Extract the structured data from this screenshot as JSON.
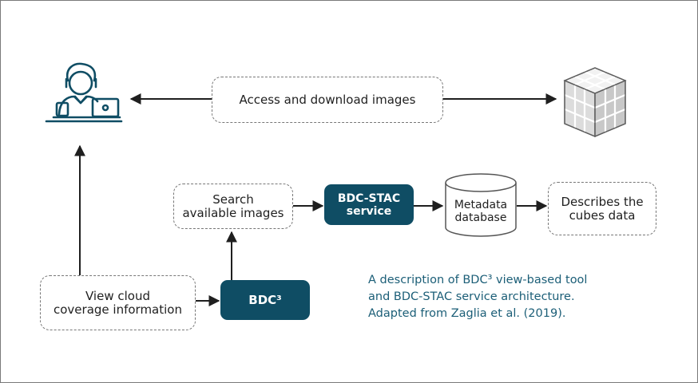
{
  "colors": {
    "accent": "#0f4d64",
    "arrow": "#1f1f1f",
    "caption": "#1b5e77"
  },
  "icons": {
    "user": "user-laptop-icon",
    "cube": "data-cube-icon"
  },
  "nodes": {
    "access": "Access and download images",
    "search": "Search\navailable images",
    "stac": "BDC-STAC\nservice",
    "metadata": "Metadata\ndatabase",
    "describes": "Describes the\ncubes data",
    "view": "View cloud\ncoverage information",
    "bdc3": "BDC³"
  },
  "caption": "A description of BDC³ view-based tool\nand BDC-STAC service architecture.\nAdapted from Zaglia et al. (2019)."
}
